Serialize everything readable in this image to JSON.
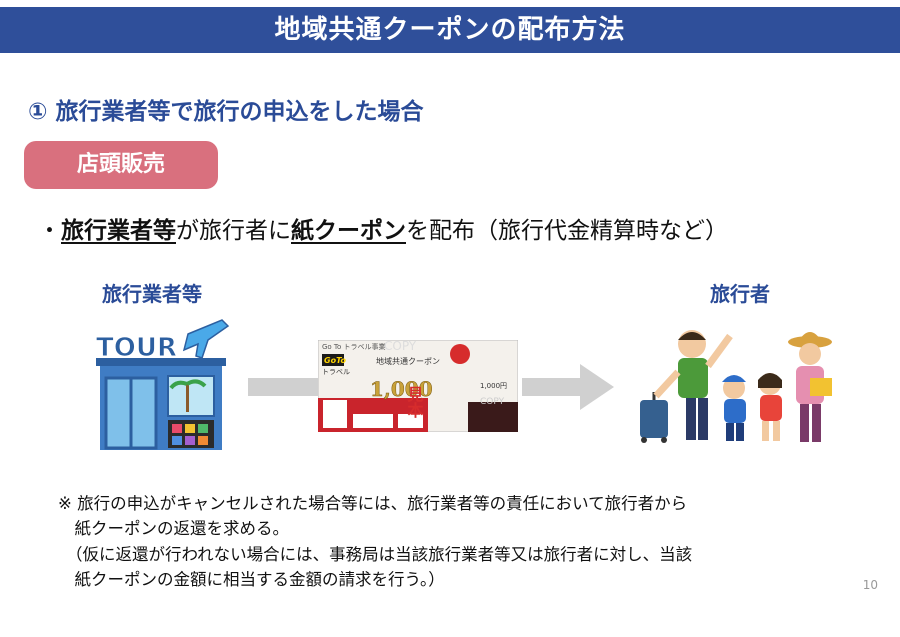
{
  "title": "地域共通クーポンの配布方法",
  "section": {
    "heading": "① 旅行業者等で旅行の申込をした場合"
  },
  "badge": "店頭販売",
  "description": {
    "bullet": "・",
    "part1": "旅行業者等",
    "part2": "が旅行者に",
    "part3": "紙クーポン",
    "part4": "を配布（旅行代金精算時など）"
  },
  "labels": {
    "agent": "旅行業者等",
    "traveler": "旅行者"
  },
  "store_sign": "TOUR",
  "coupon": {
    "header": "Go To トラベル事業",
    "brand": "GoTo",
    "brand_sub": "トラベル",
    "name": "地域共通クーポン",
    "amount": "1,000",
    "unit": "円",
    "stamp": "見本",
    "copy": "COPY",
    "side_amount": "1,000円"
  },
  "notes": [
    "※ 旅行の申込がキャンセルされた場合等には、旅行業者等の責任において旅行者から",
    "　紙クーポンの返還を求める。",
    "（仮に返還が行われない場合には、事務局は当該旅行業者等又は旅行者に対し、当該",
    "　紙クーポンの金額に相当する金額の請求を行う。）"
  ],
  "page_number": "10"
}
